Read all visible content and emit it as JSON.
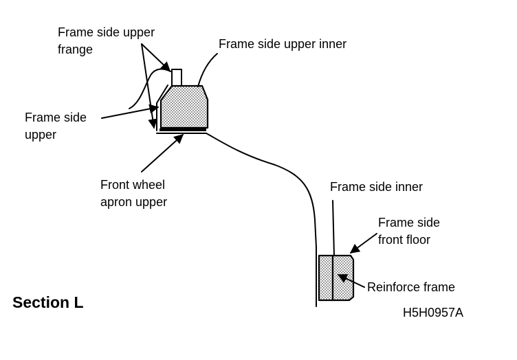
{
  "labels": {
    "frame_side_upper_frange_line1": "Frame side upper",
    "frame_side_upper_frange_line2": "frange",
    "frame_side_upper_inner": "Frame side upper inner",
    "frame_side_upper_line1": "Frame side",
    "frame_side_upper_line2": "upper",
    "front_wheel_apron_upper_line1": "Front wheel",
    "front_wheel_apron_upper_line2": "apron upper",
    "frame_side_inner": "Frame side inner",
    "frame_side_front_floor_line1": "Frame side",
    "frame_side_front_floor_line2": "front floor",
    "reinforce_frame": "Reinforce frame",
    "section_title": "Section L",
    "figure_code": "H5H0957A"
  }
}
